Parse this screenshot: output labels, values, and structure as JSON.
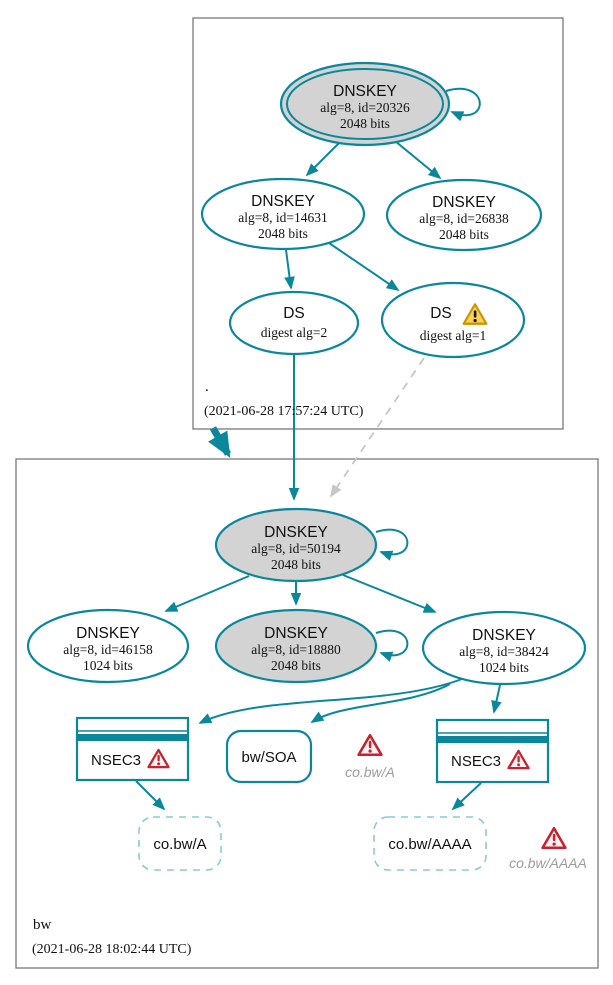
{
  "diagram": "DNSSEC authentication chain (dnsviz)",
  "colors": {
    "secure_teal": "#0a879a",
    "node_fill_gray": "#d3d3d3",
    "warning_yellow_fill": "#fbd34d",
    "warning_yellow_border": "#c9930a",
    "error_red": "#c42430",
    "insecure_dashed_teal": "#8ec8d2",
    "island_text_gray": "#9c9c9c",
    "cluster_border_gray": "#6f6f6f"
  },
  "root_zone": {
    "label": ".",
    "timestamp": "(2021-06-28 17:57:24 UTC)",
    "ksk": {
      "title": "DNSKEY",
      "alg": "alg=8, id=20326",
      "bits": "2048 bits"
    },
    "zsk1": {
      "title": "DNSKEY",
      "alg": "alg=8, id=14631",
      "bits": "2048 bits"
    },
    "zsk2": {
      "title": "DNSKEY",
      "alg": "alg=8, id=26838",
      "bits": "2048 bits"
    },
    "ds2": {
      "title": "DS",
      "digest": "digest alg=2"
    },
    "ds1": {
      "title": "DS",
      "digest": "digest alg=1",
      "icon": "warning-icon-yellow"
    }
  },
  "bw_zone": {
    "label": "bw",
    "timestamp": "(2021-06-28 18:02:44 UTC)",
    "ksk": {
      "title": "DNSKEY",
      "alg": "alg=8, id=50194",
      "bits": "2048 bits"
    },
    "zsk_left": {
      "title": "DNSKEY",
      "alg": "alg=8, id=46158",
      "bits": "1024 bits"
    },
    "zsk_mid": {
      "title": "DNSKEY",
      "alg": "alg=8, id=18880",
      "bits": "2048 bits"
    },
    "zsk_right": {
      "title": "DNSKEY",
      "alg": "alg=8, id=38424",
      "bits": "1024 bits"
    },
    "nsec3_left": {
      "label": "NSEC3",
      "icon": "error-icon-red"
    },
    "nsec3_right": {
      "label": "NSEC3",
      "icon": "error-icon-red"
    },
    "soa": {
      "label": "bw/SOA"
    },
    "island_a": {
      "label": "co.bw/A",
      "icon": "error-icon-red"
    },
    "island_aaaa": {
      "label": "co.bw/AAAA",
      "icon": "error-icon-red"
    },
    "rrset_a": {
      "label": "co.bw/A"
    },
    "rrset_aaaa": {
      "label": "co.bw/AAAA"
    }
  },
  "edges": [
    {
      "from": "dnskey-20326",
      "to": "dnskey-20326",
      "style": "self-loop"
    },
    {
      "from": "dnskey-20326",
      "to": "dnskey-14631",
      "style": "solid"
    },
    {
      "from": "dnskey-20326",
      "to": "dnskey-26838",
      "style": "solid"
    },
    {
      "from": "dnskey-14631",
      "to": "ds-digest2",
      "style": "solid"
    },
    {
      "from": "dnskey-14631",
      "to": "ds-digest1",
      "style": "solid"
    },
    {
      "from": "ds-digest2",
      "to": "dnskey-50194",
      "style": "solid"
    },
    {
      "from": "ds-digest1",
      "to": "dnskey-50194",
      "style": "dashed-gray"
    },
    {
      "from": "root-zone",
      "to": "bw-zone",
      "style": "thick-delegation"
    },
    {
      "from": "dnskey-50194",
      "to": "dnskey-50194",
      "style": "self-loop"
    },
    {
      "from": "dnskey-50194",
      "to": "dnskey-46158",
      "style": "solid"
    },
    {
      "from": "dnskey-50194",
      "to": "dnskey-18880",
      "style": "solid"
    },
    {
      "from": "dnskey-50194",
      "to": "dnskey-38424",
      "style": "solid"
    },
    {
      "from": "dnskey-18880",
      "to": "dnskey-18880",
      "style": "self-loop"
    },
    {
      "from": "dnskey-38424",
      "to": "nsec3-left",
      "style": "solid-curve"
    },
    {
      "from": "dnskey-38424",
      "to": "bw-soa",
      "style": "solid-curve"
    },
    {
      "from": "dnskey-38424",
      "to": "nsec3-right",
      "style": "solid"
    },
    {
      "from": "nsec3-left",
      "to": "rrset-co.bw-A",
      "style": "solid"
    },
    {
      "from": "nsec3-right",
      "to": "rrset-co.bw-AAAA",
      "style": "solid"
    }
  ]
}
